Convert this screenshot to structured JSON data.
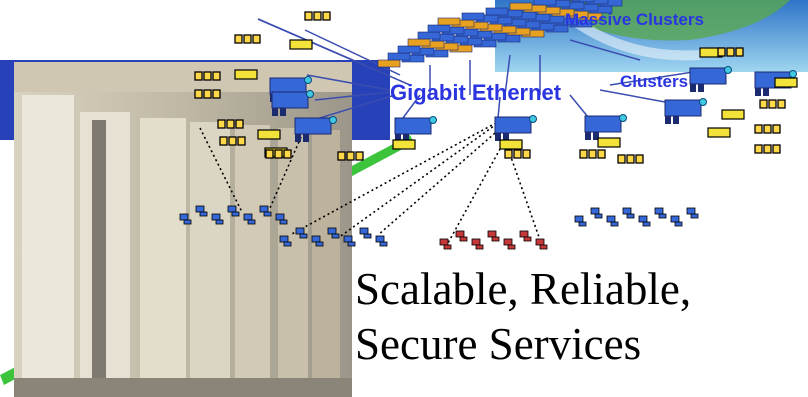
{
  "diagram": {
    "labels": {
      "massive_clusters": "Massive Clusters",
      "gigabit_ethernet": "Gigabit Ethernet",
      "clusters": "Clusters"
    },
    "caption": {
      "line1": "Scalable, Reliable,",
      "line2": "Secure Services"
    },
    "colors": {
      "label_blue": "#2a35e0",
      "link_blue": "#3a4db0",
      "node_blue": "#3567d6",
      "node_yellow": "#f2e23a",
      "node_orange": "#e8a020",
      "client_red": "#c43a3a",
      "accent_green": "#3cc43c",
      "backdrop_blue": "#2741b8"
    },
    "icons": [
      "server-node-icon",
      "terminal-icon",
      "client-icon",
      "computer-room-photo",
      "globe-icon"
    ]
  }
}
